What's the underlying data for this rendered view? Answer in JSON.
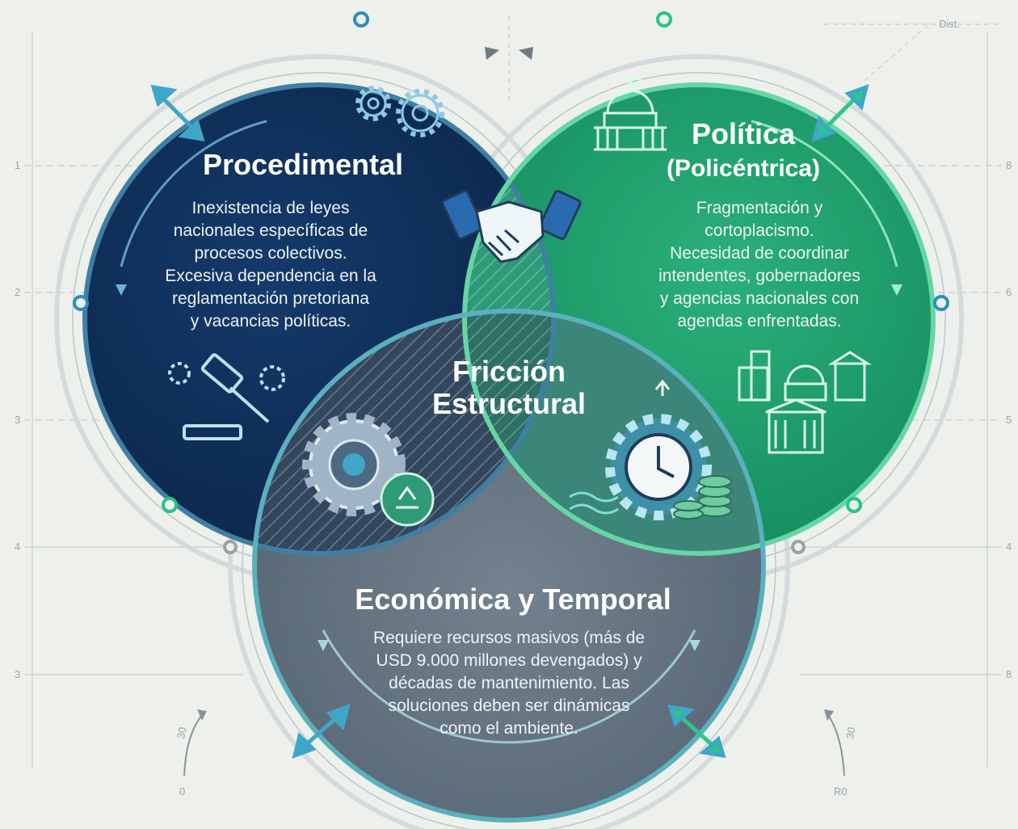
{
  "circles": {
    "procedural": {
      "title": "Procedimental",
      "body": [
        "Inexistencia de leyes",
        "nacionales específicas de",
        "procesos colectivos.",
        "Excesiva dependencia en la",
        "reglamentación pretoriana",
        "y vacancias políticas."
      ],
      "color": "#0e2c55"
    },
    "political": {
      "title": "Política",
      "subtitle": "(Policéntrica)",
      "body": [
        "Fragmentación y",
        "cortoplacismo.",
        "Necesidad de coordinar",
        "intendentes, gobernadores",
        "y agencias nacionales con",
        "agendas enfrentadas."
      ],
      "color": "#1f9a6a"
    },
    "economic": {
      "title": "Económica y Temporal",
      "body": [
        "Requiere recursos masivos (más de",
        "USD 9.000 millones devengados) y",
        "décadas de mantenimiento. Las",
        "soluciones deben ser dinámicas",
        "como el ambiente."
      ],
      "color": "#5b6a78"
    }
  },
  "center": {
    "line1": "Fricción",
    "line2": "Estructural"
  },
  "ruler": {
    "left_ticks": [
      "1",
      "2",
      "3",
      "4",
      "3"
    ],
    "right_ticks": [
      "8",
      "6",
      "5",
      "4",
      "8"
    ],
    "dist_label": "Dist.",
    "bottom_left": "0",
    "bottom_right": "R0",
    "angle_left": "30",
    "angle_right": "30"
  },
  "icons": [
    "gears-icon",
    "capitol-icon",
    "handshake-icon",
    "gavel-icon",
    "buildings-icon",
    "gear-target-icon",
    "clock-coins-icon"
  ]
}
